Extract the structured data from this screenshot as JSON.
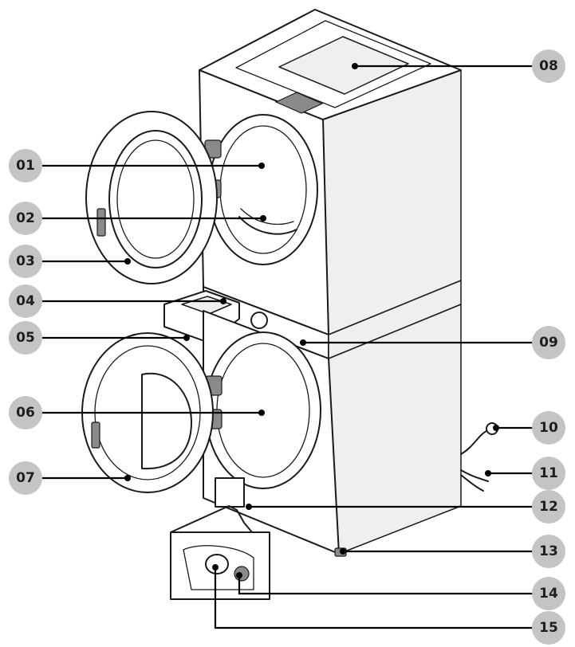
{
  "callouts": [
    {
      "id": "01"
    },
    {
      "id": "02"
    },
    {
      "id": "03"
    },
    {
      "id": "04"
    },
    {
      "id": "05"
    },
    {
      "id": "06"
    },
    {
      "id": "07"
    },
    {
      "id": "08"
    },
    {
      "id": "09"
    },
    {
      "id": "10"
    },
    {
      "id": "11"
    },
    {
      "id": "12"
    },
    {
      "id": "13"
    },
    {
      "id": "14"
    },
    {
      "id": "15"
    }
  ],
  "colors": {
    "callout_fill": "#c4c4c4",
    "line": "#1a1a1a"
  }
}
